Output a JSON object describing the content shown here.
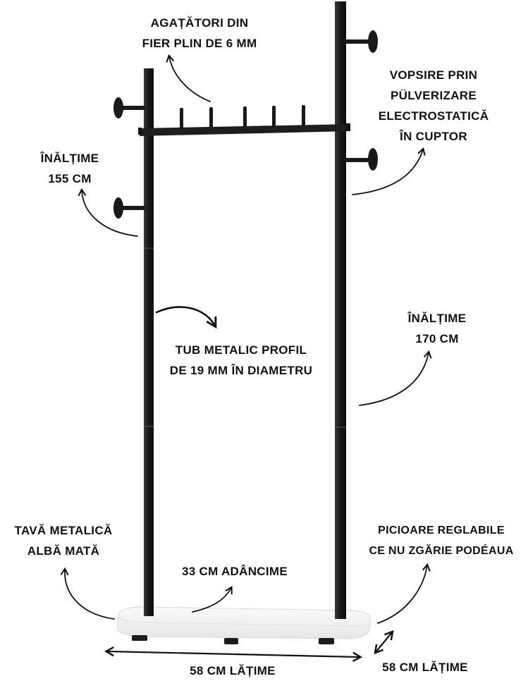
{
  "labels": {
    "hooks": [
      "AGAȚĂTORI DIN",
      "FIER PLIN DE 6 MM"
    ],
    "paint": [
      "VOPSIRE PRIN",
      "PÜLVERIZARE",
      "ELECTROSTATICĂ",
      "ÎN CUPTOR"
    ],
    "height_155": [
      "ÎNĂLȚIME",
      "155 CM"
    ],
    "height_170": [
      "ÎNĂLȚIME",
      "170 CM"
    ],
    "tube": [
      "TUB METALIC PROFIL",
      "DE 19 MM ÎN DIAMETRU"
    ],
    "tray": [
      "TAVĂ METALICĂ",
      "ALBĂ MATĂ"
    ],
    "feet": [
      "PICIOARE REGLABILE",
      "CE NU ZGĂRIE PODÉAUA"
    ],
    "depth": "33 CM ADÂNCIME",
    "width_bottom": "58 CM LĂȚIME",
    "width_right": "58 CM LĂȚIME"
  },
  "colors": {
    "frame": "#1b1b1b",
    "tray": "#f2f2f0",
    "text": "#111111"
  }
}
